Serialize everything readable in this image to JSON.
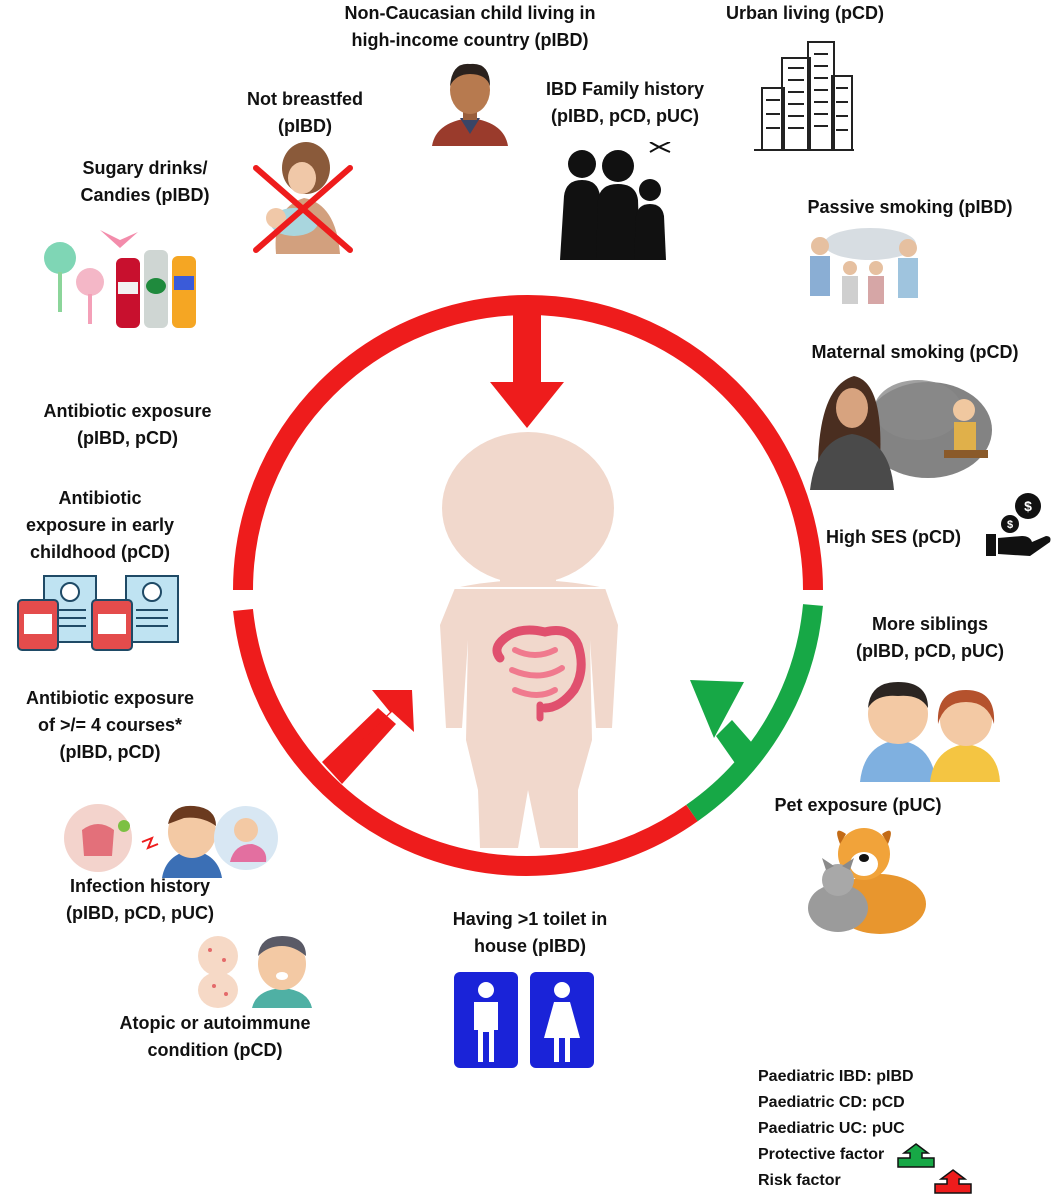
{
  "labels": {
    "non_caucasian": [
      "Non-Caucasian child living in",
      "high-income country (pIBD)"
    ],
    "urban": [
      "Urban living (pCD)"
    ],
    "not_breastfed": [
      "Not breastfed",
      "(pIBD)"
    ],
    "family_history": [
      "IBD Family history",
      "(pIBD, pCD, pUC)"
    ],
    "sugary": [
      "Sugary drinks/",
      "Candies (pIBD)"
    ],
    "passive_smoking": [
      "Passive smoking (pIBD)"
    ],
    "maternal_smoking": [
      "Maternal smoking (pCD)"
    ],
    "antibiotic": [
      "Antibiotic exposure",
      "(pIBD, pCD)"
    ],
    "antibiotic_early": [
      "Antibiotic",
      "exposure in early",
      "childhood (pCD)"
    ],
    "high_ses": [
      "High SES (pCD)"
    ],
    "siblings": [
      "More siblings",
      "(pIBD, pCD, pUC)"
    ],
    "antibiotic_courses": [
      "Antibiotic exposure",
      "of >/= 4 courses*",
      "(pIBD, pCD)"
    ],
    "pet": [
      "Pet exposure (pUC)"
    ],
    "infection": [
      "Infection history",
      "(pIBD, pCD, pUC)"
    ],
    "toilet": [
      "Having >1 toilet in",
      "house (pIBD)"
    ],
    "atopic": [
      "Atopic or  autoimmune",
      "condition (pCD)"
    ]
  },
  "legend": {
    "pibd": "Paediatric IBD: pIBD",
    "pcd": "Paediatric CD:  pCD",
    "puc": "Paediatric UC:  pUC",
    "protective": "Protective factor",
    "risk": "Risk factor"
  },
  "colors": {
    "risk": "#ee1c1c",
    "protective": "#17a846",
    "silhouette": "#f1d8cc",
    "toilet_sign": "#1a23d8"
  }
}
